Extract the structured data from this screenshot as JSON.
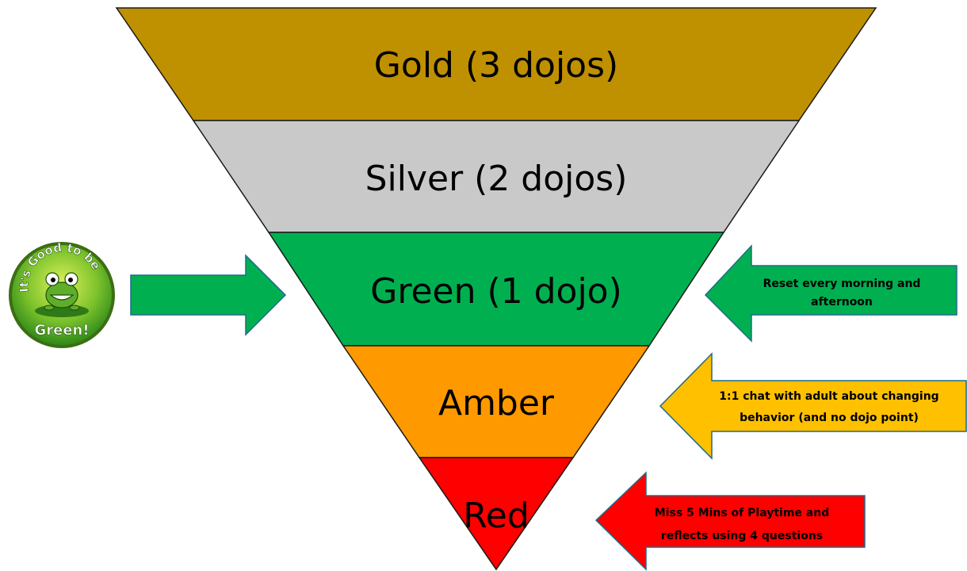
{
  "tiers": [
    {
      "label": "Gold (3 dojos)",
      "color": "#BF9000"
    },
    {
      "label": "Silver (2 dojos)",
      "color": "#C9C9C9"
    },
    {
      "label": "Green (1 dojo)",
      "color": "#00B050"
    },
    {
      "label": "Amber",
      "color": "#FF9900"
    },
    {
      "label": "Red",
      "color": "#FF0000"
    }
  ],
  "badge": {
    "top_text": "It's Good to be",
    "bottom_text": "Green!",
    "icon": "frog-icon"
  },
  "notes": {
    "green": {
      "line1": "Reset every morning and",
      "line2": "afternoon",
      "color": "#00B050",
      "text_color": "#000000"
    },
    "amber": {
      "line1": "1:1 chat with adult about changing",
      "line2": "behavior (and no dojo point)",
      "color": "#FFC000",
      "text_color": "#000000"
    },
    "red": {
      "line1": "Miss 5 Mins of Playtime and",
      "line2": "reflects using 4 questions",
      "color": "#FF0000",
      "text_color": "#000000"
    }
  }
}
